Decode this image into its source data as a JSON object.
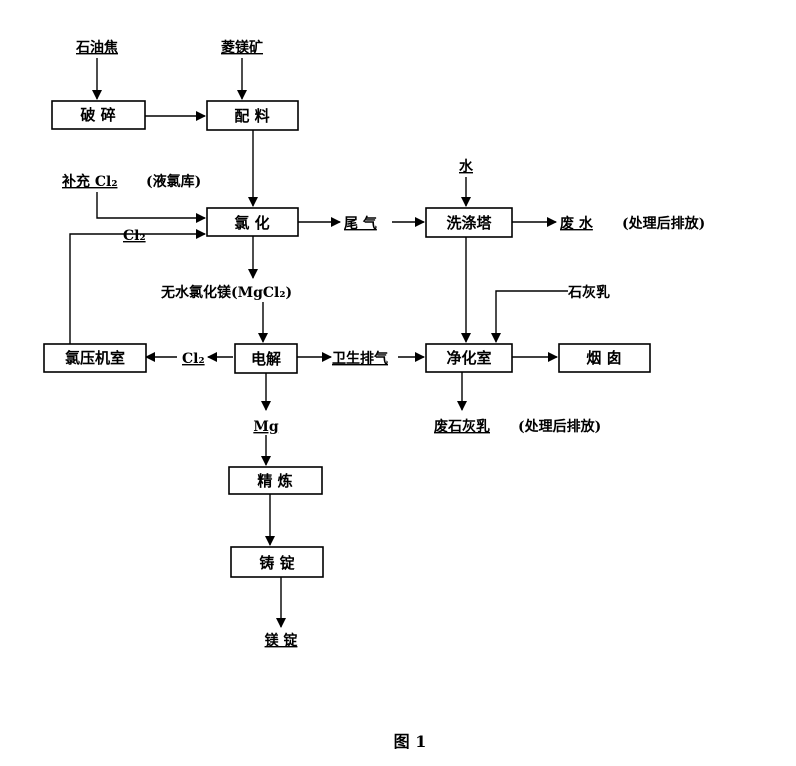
{
  "figure_caption": "图  1",
  "inputs": {
    "petroleum_coke": "石油焦",
    "magnesite_ore": "菱镁矿",
    "cl2_supplement": "补充 Cl₂",
    "cl2_supplement_note": "(液氯库)",
    "water": "水",
    "lime_milk": "石灰乳"
  },
  "boxes": {
    "crush": "破 碎",
    "batching": "配 料",
    "chlorination": "氯 化",
    "scrubber": "洗涤塔",
    "compressor": "氯压机室",
    "electrolysis": "电解",
    "purifier": "净化室",
    "chimney": "烟 囱",
    "refining": "精 炼",
    "casting": "铸 锭"
  },
  "flows": {
    "tail_gas": "尾 气",
    "waste_water": "废 水",
    "waste_water_note": "(处理后排放)",
    "cl2_return": "Cl₂",
    "anhydrous_mgcl2": "无水氯化镁(MgCl₂)",
    "cl2_out": "Cl₂",
    "sanitary_exhaust": "卫生排气",
    "waste_lime": "废石灰乳",
    "waste_lime_note": "(处理后排放)",
    "mg": "Mg",
    "ingot": "镁 锭"
  }
}
